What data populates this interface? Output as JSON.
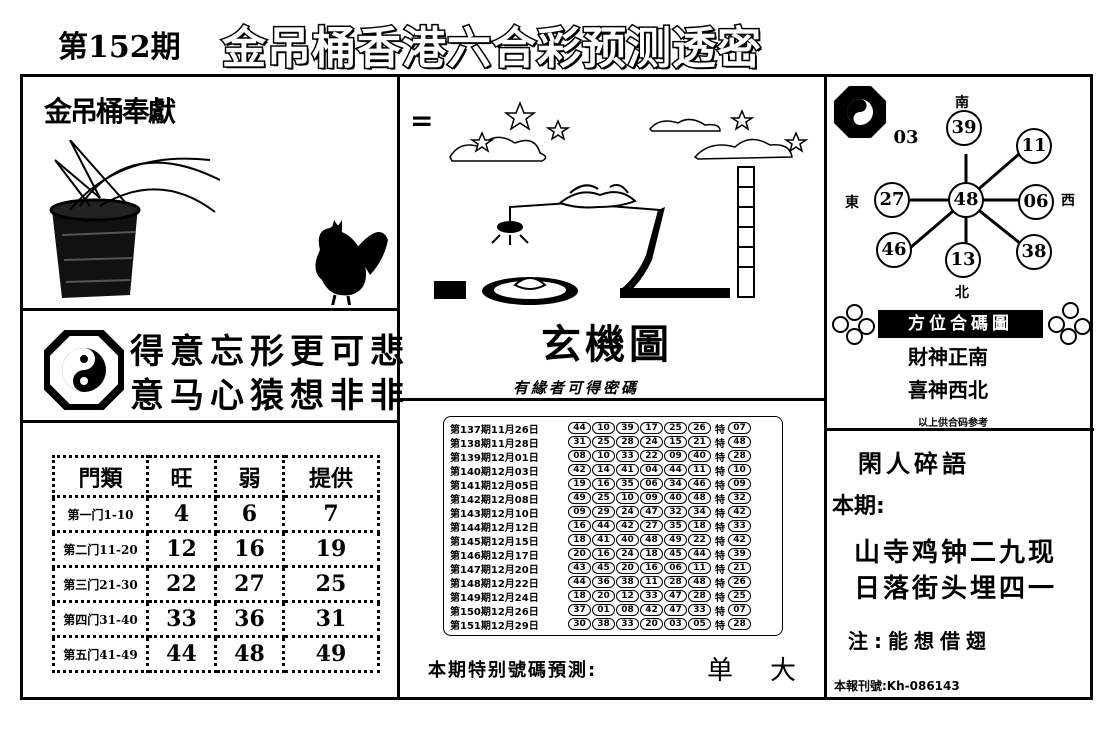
{
  "header": {
    "issue": "第152期",
    "title": "金吊桶香港六合彩预测透密"
  },
  "panel_gift": {
    "title": "金吊桶奉獻"
  },
  "panel_poem": {
    "line1": "得意忘形更可悲",
    "line2": "意马心猿想非非"
  },
  "panel_puzzle": {
    "equals": "=",
    "title": "玄機圖",
    "subtitle": "有緣者可得密碼"
  },
  "table": {
    "headers": [
      "門類",
      "旺",
      "弱",
      "提供"
    ],
    "rows": [
      {
        "label": "第一门1-10",
        "wang": "4",
        "ruo": "6",
        "tigong": "7"
      },
      {
        "label": "第二门11-20",
        "wang": "12",
        "ruo": "16",
        "tigong": "19"
      },
      {
        "label": "第三门21-30",
        "wang": "22",
        "ruo": "27",
        "tigong": "25"
      },
      {
        "label": "第四门31-40",
        "wang": "33",
        "ruo": "36",
        "tigong": "31"
      },
      {
        "label": "第五门41-49",
        "wang": "44",
        "ruo": "48",
        "tigong": "49"
      }
    ]
  },
  "history": {
    "te_label": "特",
    "rows": [
      {
        "label": "第137期11月26日",
        "nums": [
          "44",
          "10",
          "39",
          "17",
          "25",
          "26"
        ],
        "te": "07"
      },
      {
        "label": "第138期11月28日",
        "nums": [
          "31",
          "25",
          "28",
          "24",
          "15",
          "21"
        ],
        "te": "48"
      },
      {
        "label": "第139期12月01日",
        "nums": [
          "08",
          "10",
          "33",
          "22",
          "09",
          "40"
        ],
        "te": "28"
      },
      {
        "label": "第140期12月03日",
        "nums": [
          "42",
          "14",
          "41",
          "04",
          "44",
          "11"
        ],
        "te": "10"
      },
      {
        "label": "第141期12月05日",
        "nums": [
          "19",
          "16",
          "35",
          "06",
          "34",
          "46"
        ],
        "te": "09"
      },
      {
        "label": "第142期12月08日",
        "nums": [
          "49",
          "25",
          "10",
          "09",
          "40",
          "48"
        ],
        "te": "32"
      },
      {
        "label": "第143期12月10日",
        "nums": [
          "09",
          "29",
          "24",
          "47",
          "32",
          "34"
        ],
        "te": "42"
      },
      {
        "label": "第144期12月12日",
        "nums": [
          "16",
          "44",
          "42",
          "27",
          "35",
          "18"
        ],
        "te": "33"
      },
      {
        "label": "第145期12月15日",
        "nums": [
          "18",
          "41",
          "40",
          "48",
          "49",
          "22"
        ],
        "te": "42"
      },
      {
        "label": "第146期12月17日",
        "nums": [
          "20",
          "16",
          "24",
          "18",
          "45",
          "44"
        ],
        "te": "39"
      },
      {
        "label": "第147期12月20日",
        "nums": [
          "43",
          "45",
          "20",
          "16",
          "06",
          "11"
        ],
        "te": "21"
      },
      {
        "label": "第148期12月22日",
        "nums": [
          "44",
          "36",
          "38",
          "11",
          "28",
          "48"
        ],
        "te": "26"
      },
      {
        "label": "第149期12月24日",
        "nums": [
          "18",
          "20",
          "12",
          "33",
          "47",
          "28"
        ],
        "te": "25"
      },
      {
        "label": "第150期12月26日",
        "nums": [
          "37",
          "01",
          "08",
          "42",
          "47",
          "33"
        ],
        "te": "07"
      },
      {
        "label": "第151期12月29日",
        "nums": [
          "30",
          "38",
          "33",
          "20",
          "03",
          "05"
        ],
        "te": "28"
      }
    ]
  },
  "special": {
    "label": "本期特别號碼預測:",
    "v1": "单",
    "v2": "大"
  },
  "compass": {
    "south": "南",
    "east": "東",
    "west": "西",
    "north": "北",
    "n_center": "48",
    "n_top": "39",
    "n_topleft": "03",
    "n_topright": "11",
    "n_left": "27",
    "n_right": "06",
    "n_botleft": "46",
    "n_bottom": "13",
    "n_botright": "38"
  },
  "position": {
    "banner": "方位合碼圖",
    "line1": "財神正南",
    "line2": "喜神西北",
    "note": "以上供合码参考"
  },
  "idle": {
    "title": "閑人碎語",
    "label": "本期:",
    "line1": "山寺鸡钟二九现",
    "line2": "日落街头埋四一",
    "note": "注:能想借翅",
    "kh": "本報刊號:Kh-086143"
  }
}
